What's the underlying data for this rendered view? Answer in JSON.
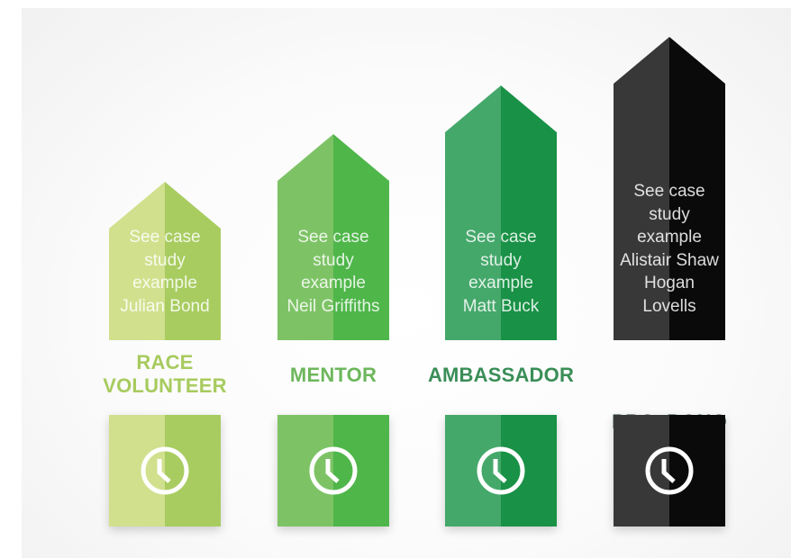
{
  "columns": [
    {
      "id": "race-volunteer",
      "label_lines": [
        "RACE",
        "VOLUNTEER"
      ],
      "caption_lines": [
        "See case",
        "study",
        "example",
        "Julian Bond"
      ],
      "colors": {
        "left": "#d0e08d",
        "right": "#a8cc60",
        "label": "#a7cb5e"
      }
    },
    {
      "id": "mentor",
      "label_lines": [
        "MENTOR"
      ],
      "caption_lines": [
        "See case",
        "study",
        "example",
        "Neil Griffiths"
      ],
      "colors": {
        "left": "#7dc366",
        "right": "#4fb64a",
        "label": "#6db75c"
      }
    },
    {
      "id": "ambassador",
      "label_lines": [
        "AMBASSADOR"
      ],
      "caption_lines": [
        "See case",
        "study",
        "example",
        "Matt Buck"
      ],
      "colors": {
        "left": "#45a86b",
        "right": "#199146",
        "label": "#3a8e57"
      }
    },
    {
      "id": "pro-bono",
      "label_lines": [
        "PRO  BONO"
      ],
      "caption_lines": [
        "See case",
        "study",
        "example",
        "Alistair Shaw",
        "Hogan",
        "Lovells"
      ],
      "colors": {
        "left": "#383838",
        "right": "#0a0a0b",
        "label": "#1c4628"
      }
    }
  ],
  "icon": "clock-icon"
}
